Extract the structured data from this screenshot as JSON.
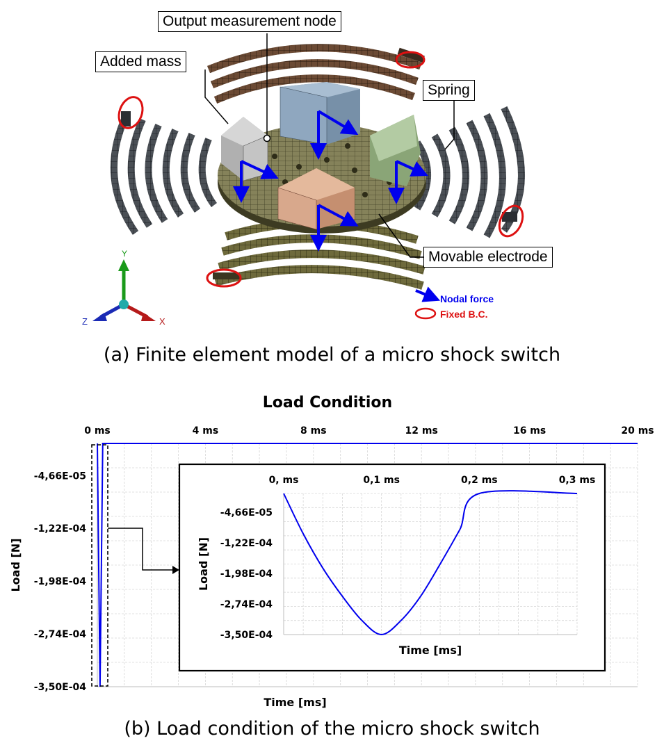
{
  "figure_a": {
    "caption": "(a) Finite element model of a micro shock switch",
    "callouts": {
      "output_node": "Output measurement node",
      "added_mass": "Added mass",
      "spring": "Spring",
      "movable_electrode": "Movable electrode"
    },
    "legend": {
      "nodal_force": "Nodal force",
      "fixed_bc": "Fixed B.C.",
      "nodal_force_color": "#0000ee",
      "fixed_bc_color": "#dd1111"
    },
    "triad": {
      "x": "X",
      "y": "Y",
      "z": "Z"
    },
    "colors": {
      "top_mass": "#8fa7bf",
      "left_mass": "#c4c4c4",
      "right_mass": "#9fb98e",
      "front_mass": "#d8a88c",
      "disc": "#7a7a55",
      "spring_back": "#5a4030",
      "spring_side": "#404a52",
      "spring_front": "#6e6a3c"
    }
  },
  "figure_b": {
    "caption": "(b) Load condition of the micro shock switch",
    "chart_data": [
      {
        "type": "line",
        "title": "Load Condition",
        "xlabel": "Time [ms]",
        "ylabel": "Load [N]",
        "xlim": [
          0,
          20
        ],
        "ylim": [
          -0.00035,
          0
        ],
        "xticks": [
          "0 ms",
          "4 ms",
          "8 ms",
          "12 ms",
          "16 ms",
          "20 ms"
        ],
        "xtick_values": [
          0,
          4,
          8,
          12,
          16,
          20
        ],
        "yticks": [
          "-4,66E-05",
          "-1,22E-04",
          "-1,98E-04",
          "-2,74E-04",
          "-3,50E-04"
        ],
        "ytick_values": [
          -4.66e-05,
          -0.000122,
          -0.000198,
          -0.000274,
          -0.00035
        ],
        "grid": true,
        "series": [
          {
            "color": "#0000ee",
            "x": [
              0,
              0.05,
              0.1,
              0.15,
              0.2,
              0.25,
              0.3,
              20
            ],
            "y": [
              0,
              -0.000175,
              -0.00035,
              -0.000175,
              0,
              0,
              0,
              0
            ]
          }
        ]
      },
      {
        "type": "line",
        "title": "",
        "xlabel": "Time [ms]",
        "ylabel": "Load [N]",
        "xlim": [
          0,
          0.3
        ],
        "ylim": [
          -0.00035,
          0
        ],
        "xticks": [
          "0, ms",
          "0,1 ms",
          "0,2 ms",
          "0,3 ms"
        ],
        "xtick_values": [
          0,
          0.1,
          0.2,
          0.3
        ],
        "yticks": [
          "-4,66E-05",
          "-1,22E-04",
          "-1,98E-04",
          "-2,74E-04",
          "-3,50E-04"
        ],
        "ytick_values": [
          -4.66e-05,
          -0.000122,
          -0.000198,
          -0.000274,
          -0.00035
        ],
        "grid": true,
        "series": [
          {
            "color": "#0000ee",
            "x": [
              0,
              0.02,
              0.04,
              0.06,
              0.08,
              0.1,
              0.12,
              0.14,
              0.16,
              0.18,
              0.2,
              0.3
            ],
            "y": [
              0,
              -0.0001,
              -0.000185,
              -0.000255,
              -0.000315,
              -0.00035,
              -0.000315,
              -0.000255,
              -0.000175,
              -9e-05,
              0,
              0
            ]
          }
        ]
      }
    ]
  }
}
